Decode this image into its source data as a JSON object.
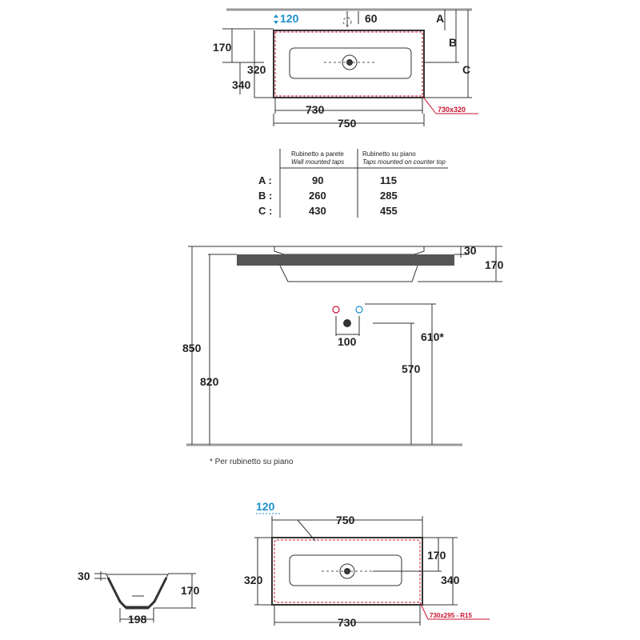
{
  "top_view": {
    "tap_hole_offset": "120",
    "drain_offset": "60",
    "label_a": "A",
    "label_b": "B",
    "label_c": "C",
    "depth_170": "170",
    "depth_320": "320",
    "depth_340": "340",
    "inner_width": "730",
    "outer_width": "750",
    "cutout_label": "730x320"
  },
  "table": {
    "header_wall_it": "Rubinetto a parete",
    "header_wall_en": "Wall mounted taps",
    "header_counter_it": "Rubinetto su piano",
    "header_counter_en": "Taps mounted on counter top",
    "rows": [
      {
        "label": "A :",
        "wall": "90",
        "counter": "115"
      },
      {
        "label": "B :",
        "wall": "260",
        "counter": "285"
      },
      {
        "label": "C :",
        "wall": "430",
        "counter": "455"
      }
    ]
  },
  "side_view": {
    "rim_30": "30",
    "height_170": "170",
    "height_850": "850",
    "height_820": "820",
    "tap_spacing": "100",
    "height_610": "610*",
    "height_570": "570",
    "footnote": "* Per rubinetto su piano"
  },
  "section_view": {
    "rim_30": "30",
    "height_170": "170",
    "base_198": "198"
  },
  "bottom_view": {
    "tap_hole_offset": "120",
    "outer_width": "750",
    "depth_170": "170",
    "depth_320": "320",
    "depth_340": "340",
    "inner_width": "730",
    "cutout_label": "730x295 - R15"
  },
  "colors": {
    "line": "#333333",
    "accent_blue": "#1a8fc8",
    "cutout_red": "#c8102e",
    "counter": "#555555"
  }
}
